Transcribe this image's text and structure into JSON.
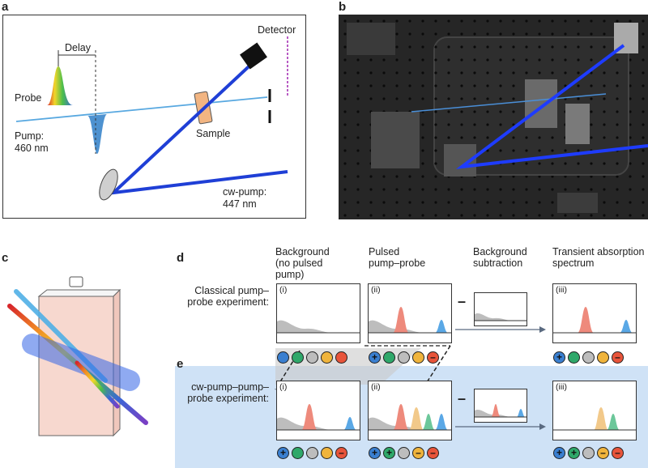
{
  "panels": {
    "a": "a",
    "b": "b",
    "c": "c",
    "d": "d",
    "e": "e"
  },
  "panel_a": {
    "delay": "Delay",
    "detector": "Detector",
    "probe": "Probe",
    "pump": "Pump:",
    "pump_nm": "460 nm",
    "sample": "Sample",
    "cw_pump": "cw-pump:",
    "cw_pump_nm": "447 nm"
  },
  "columns": {
    "background": [
      "Background",
      "(no pulsed",
      "pump)"
    ],
    "pulsed": [
      "Pulsed",
      "pump–probe"
    ],
    "subtraction": [
      "Background",
      "subtraction"
    ],
    "transient": [
      "Transient absorption",
      "spectrum"
    ]
  },
  "rows": {
    "classical": [
      "Classical pump–",
      "probe experiment:"
    ],
    "cw": [
      "cw-pump–pump–",
      "probe experiment:"
    ]
  },
  "romans": {
    "i": "(i)",
    "ii": "(ii)",
    "iii": "(iii)"
  },
  "minus": "–",
  "colors": {
    "blue": "#3a7fd0",
    "green": "#2fa86a",
    "grey": "#bdbdbd",
    "yellow": "#f0b43c",
    "red": "#e8543a",
    "panel_e": "#cfe2f6"
  },
  "dot_rows": {
    "d_i": [
      [
        "blue",
        ""
      ],
      [
        "green",
        ""
      ],
      [
        "grey",
        ""
      ],
      [
        "yellow",
        ""
      ],
      [
        "red",
        ""
      ]
    ],
    "d_ii": [
      [
        "blue",
        "+"
      ],
      [
        "green",
        ""
      ],
      [
        "grey",
        ""
      ],
      [
        "yellow",
        ""
      ],
      [
        "red",
        "–"
      ]
    ],
    "d_iii": [
      [
        "blue",
        "+"
      ],
      [
        "green",
        ""
      ],
      [
        "grey",
        ""
      ],
      [
        "yellow",
        ""
      ],
      [
        "red",
        "–"
      ]
    ],
    "e_i": [
      [
        "blue",
        "+"
      ],
      [
        "green",
        ""
      ],
      [
        "grey",
        ""
      ],
      [
        "yellow",
        ""
      ],
      [
        "red",
        "–"
      ]
    ],
    "e_ii": [
      [
        "blue",
        "+"
      ],
      [
        "green",
        "+"
      ],
      [
        "grey",
        ""
      ],
      [
        "yellow",
        "–"
      ],
      [
        "red",
        "–"
      ]
    ],
    "e_iii": [
      [
        "blue",
        "+"
      ],
      [
        "green",
        "+"
      ],
      [
        "grey",
        ""
      ],
      [
        "yellow",
        "–"
      ],
      [
        "red",
        "–"
      ]
    ]
  }
}
